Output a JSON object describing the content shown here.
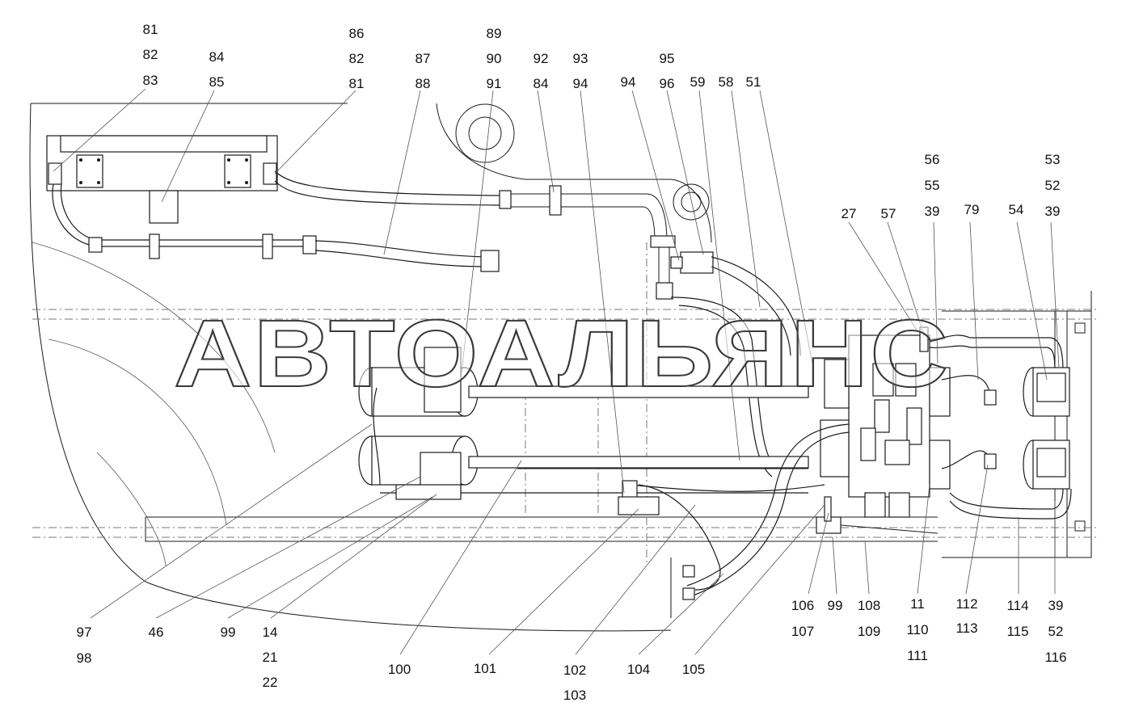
{
  "watermark": "АВТОАЛЬЯНС",
  "callouts": {
    "c81a": "81",
    "c82a": "82",
    "c83": "83",
    "c84a": "84",
    "c85": "85",
    "c86": "86",
    "c82b": "82",
    "c81b": "81",
    "c87": "87",
    "c88": "88",
    "c89": "89",
    "c90": "90",
    "c91": "91",
    "c92": "92",
    "c84b": "84",
    "c93": "93",
    "c94a": "94",
    "c94b": "94",
    "c95": "95",
    "c96": "96",
    "c59": "59",
    "c58": "58",
    "c51": "51",
    "c56": "56",
    "c55": "55",
    "c39a": "39",
    "c27": "27",
    "c57": "57",
    "c79": "79",
    "c53": "53",
    "c52a": "52",
    "c39b": "39",
    "c54": "54",
    "c97": "97",
    "c98": "98",
    "c46": "46",
    "c99a": "99",
    "c14": "14",
    "c21": "21",
    "c22": "22",
    "c100": "100",
    "c101": "101",
    "c102": "102",
    "c103": "103",
    "c104": "104",
    "c105": "105",
    "c106": "106",
    "c107": "107",
    "c99b": "99",
    "c108": "108",
    "c109": "109",
    "c11": "11",
    "c110": "110",
    "c111": "111",
    "c112": "112",
    "c113": "113",
    "c114": "114",
    "c115": "115",
    "c39c": "39",
    "c52b": "52",
    "c116": "116"
  }
}
